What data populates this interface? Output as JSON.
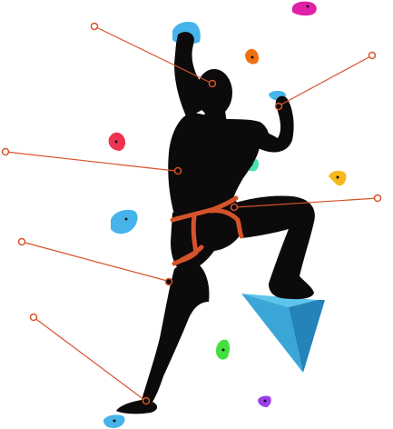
{
  "colors": {
    "background": "#ffffff",
    "silhouette": "#0c0a0a",
    "harness": "#d6532a",
    "callout_line": "#d6532a",
    "volume_light": "#5fc4ea",
    "volume_mid": "#3aa6d8",
    "volume_dark": "#2483b8"
  },
  "holds": [
    {
      "name": "hold-magenta",
      "color": "#e020a8"
    },
    {
      "name": "hold-blue-top",
      "color": "#46b4ea"
    },
    {
      "name": "hold-orange",
      "color": "#f07010"
    },
    {
      "name": "hold-blue-right-hand",
      "color": "#46b4ea"
    },
    {
      "name": "hold-red",
      "color": "#ee3350"
    },
    {
      "name": "hold-mint",
      "color": "#4ae2b4"
    },
    {
      "name": "hold-yellow",
      "color": "#f6b81a"
    },
    {
      "name": "hold-blue-left",
      "color": "#46b4ea"
    },
    {
      "name": "hold-green",
      "color": "#44e040"
    },
    {
      "name": "hold-purple",
      "color": "#9a40ea"
    },
    {
      "name": "hold-blue-bottom",
      "color": "#46b4ea"
    }
  ],
  "callouts": [
    {
      "name": "callout-head"
    },
    {
      "name": "callout-right-hand"
    },
    {
      "name": "callout-torso"
    },
    {
      "name": "callout-harness"
    },
    {
      "name": "callout-thigh"
    },
    {
      "name": "callout-left-foot"
    }
  ]
}
